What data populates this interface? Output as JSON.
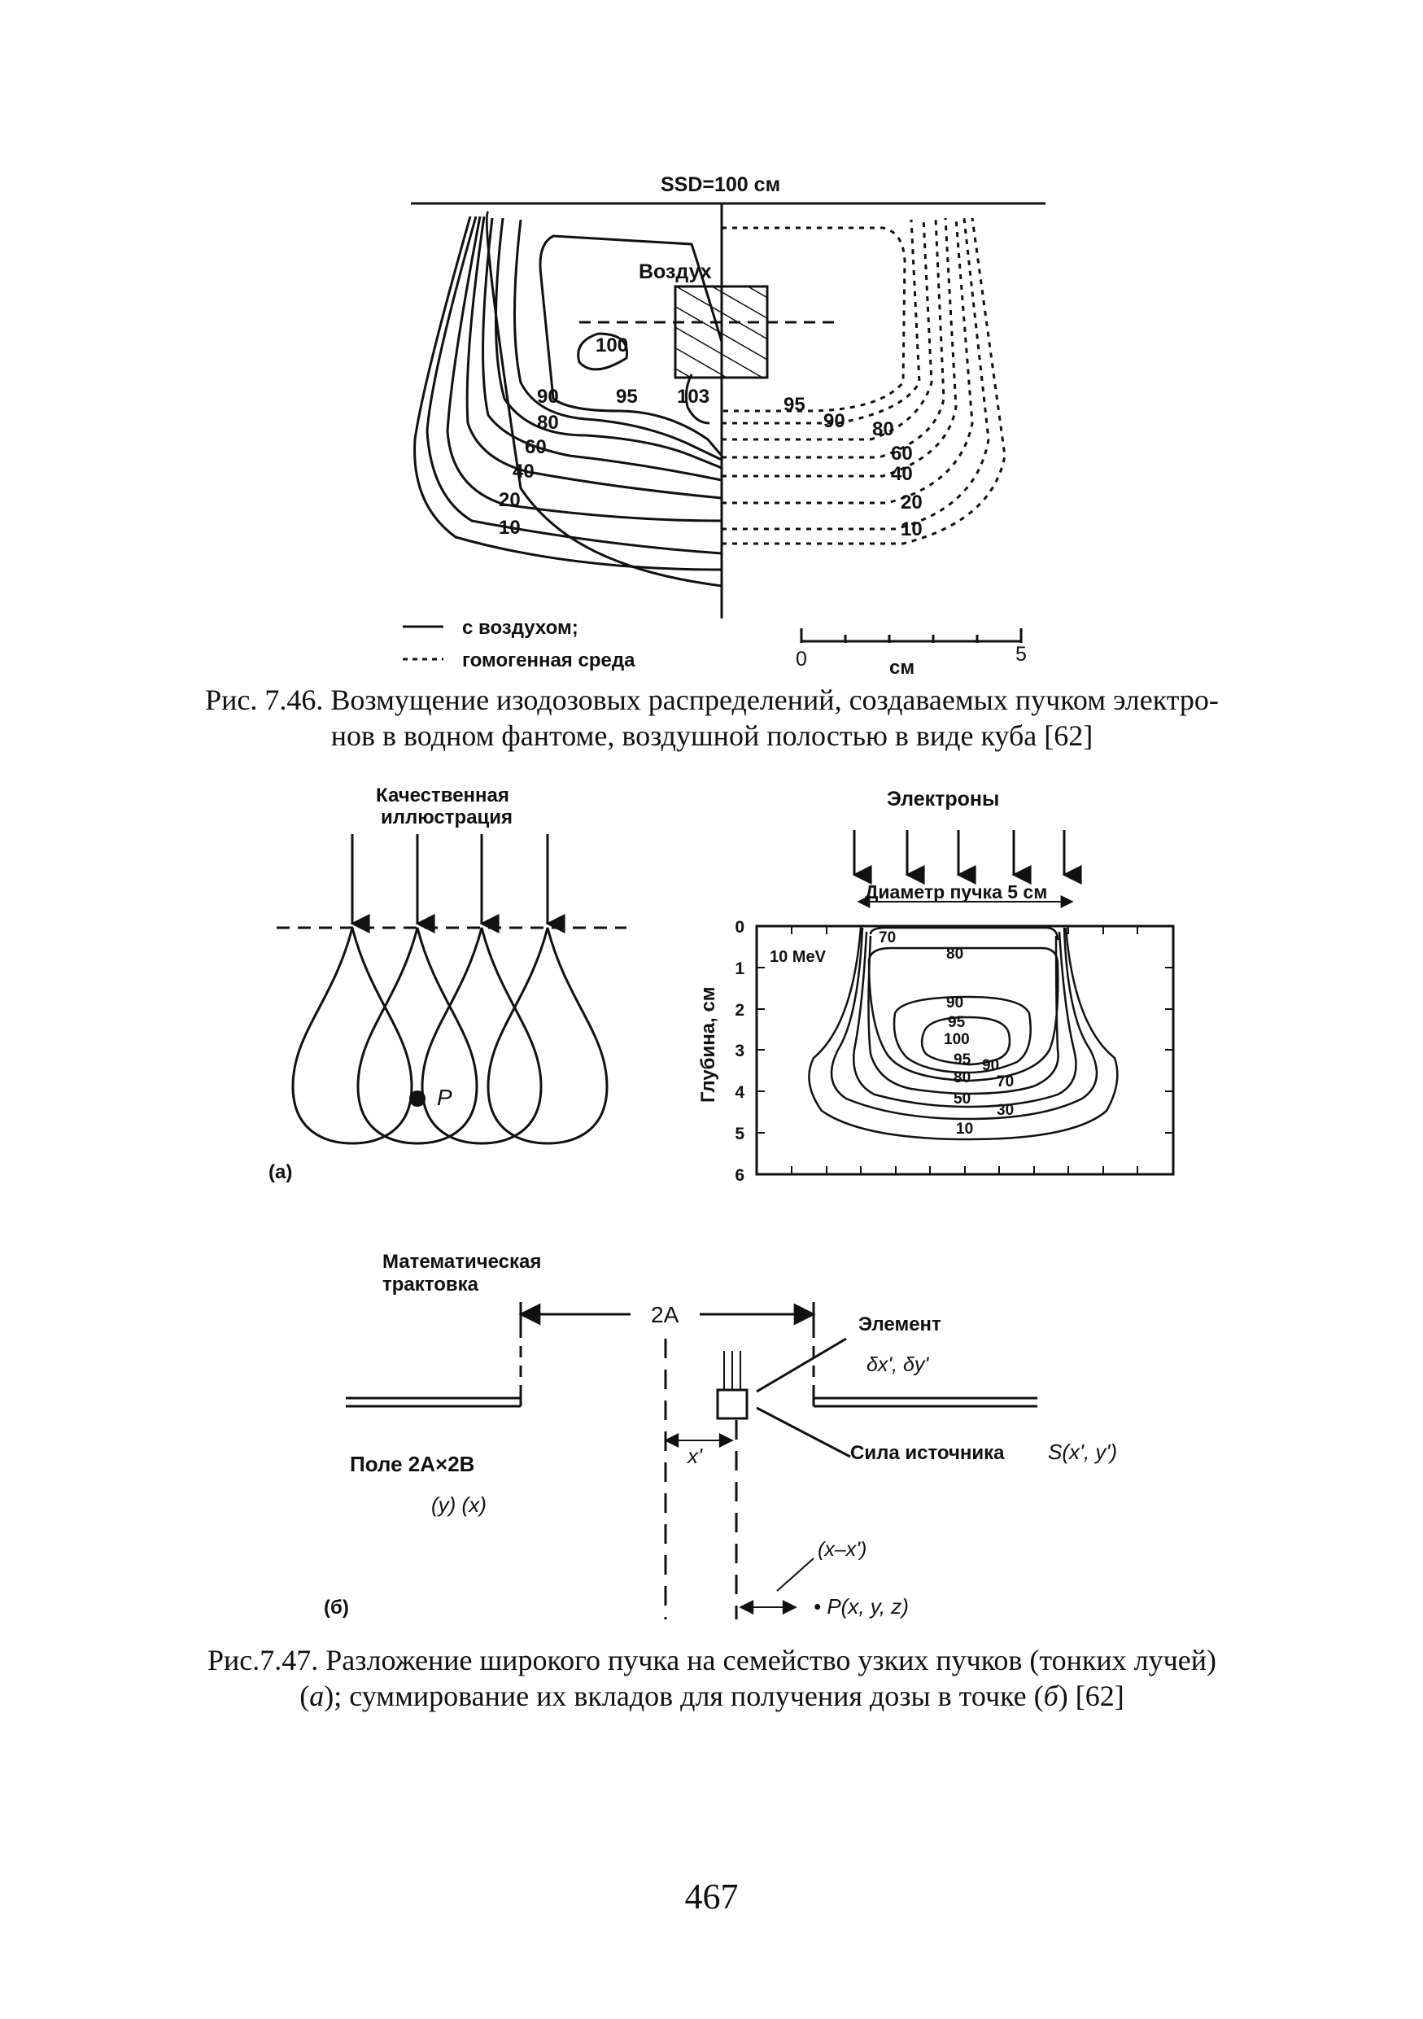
{
  "fig746": {
    "ssd_label": "SSD=100 см",
    "air_label": "Воздух",
    "left_labels": [
      "100",
      "90",
      "95",
      "103",
      "80",
      "60",
      "40",
      "20",
      "10"
    ],
    "right_labels": [
      "95",
      "90",
      "80",
      "60",
      "40",
      "20",
      "10"
    ],
    "legend_solid": "с воздухом;",
    "legend_dashed": "гомогенная среда",
    "scale_start": "0",
    "scale_end": "5",
    "scale_unit": "см",
    "caption": "Рис. 7.46. Возмущение изодозовых распределений, создаваемых пучком электронов в водном фантоме, воздушной полостью в виде куба [62]",
    "caption_line1": "Рис. 7.46. Возмущение изодозовых распределений, создаваемых пучком электро-",
    "caption_line2": "нов в водном фантоме, воздушной полостью в виде куба [62]"
  },
  "fig747a": {
    "qual_title_1": "Качественная",
    "qual_title_2": "иллюстрация",
    "point_label": "P",
    "panel_label": "(а)",
    "electrons_title": "Электроны",
    "beam_diameter": "Диаметр пучка 5 см",
    "energy": "10 MeV",
    "ylabel": "Глубина, см",
    "yticks": [
      "0",
      "1",
      "2",
      "3",
      "4",
      "5",
      "6"
    ],
    "iso_labels": [
      "70",
      "80",
      "90",
      "95",
      "100",
      "95",
      "90",
      "80",
      "70",
      "50",
      "30",
      "10"
    ]
  },
  "fig747b": {
    "math_title_1": "Математическая",
    "math_title_2": "трактовка",
    "width_label": "2A",
    "element_label": "Элемент",
    "element_vars": "δx', δy'",
    "source_label": "Сила источника",
    "source_func": "S(x', y')",
    "field_label": "Поле 2A×2B",
    "field_vars": "(y)  (x)",
    "xprime": "x'",
    "xdiff": "(x–x')",
    "point": "• P(x, y, z)",
    "panel_label": "(б)"
  },
  "caption747": {
    "line1": "Рис.7.47. Разложение широкого пучка на семейство узких пучков (тонких лучей)",
    "line2_a": "(",
    "line2_italic_a": "а",
    "line2_b": "); суммирование их вкладов для получения дозы в точке (",
    "line2_italic_b": "б",
    "line2_c": ") [62]"
  },
  "page_number": "467"
}
